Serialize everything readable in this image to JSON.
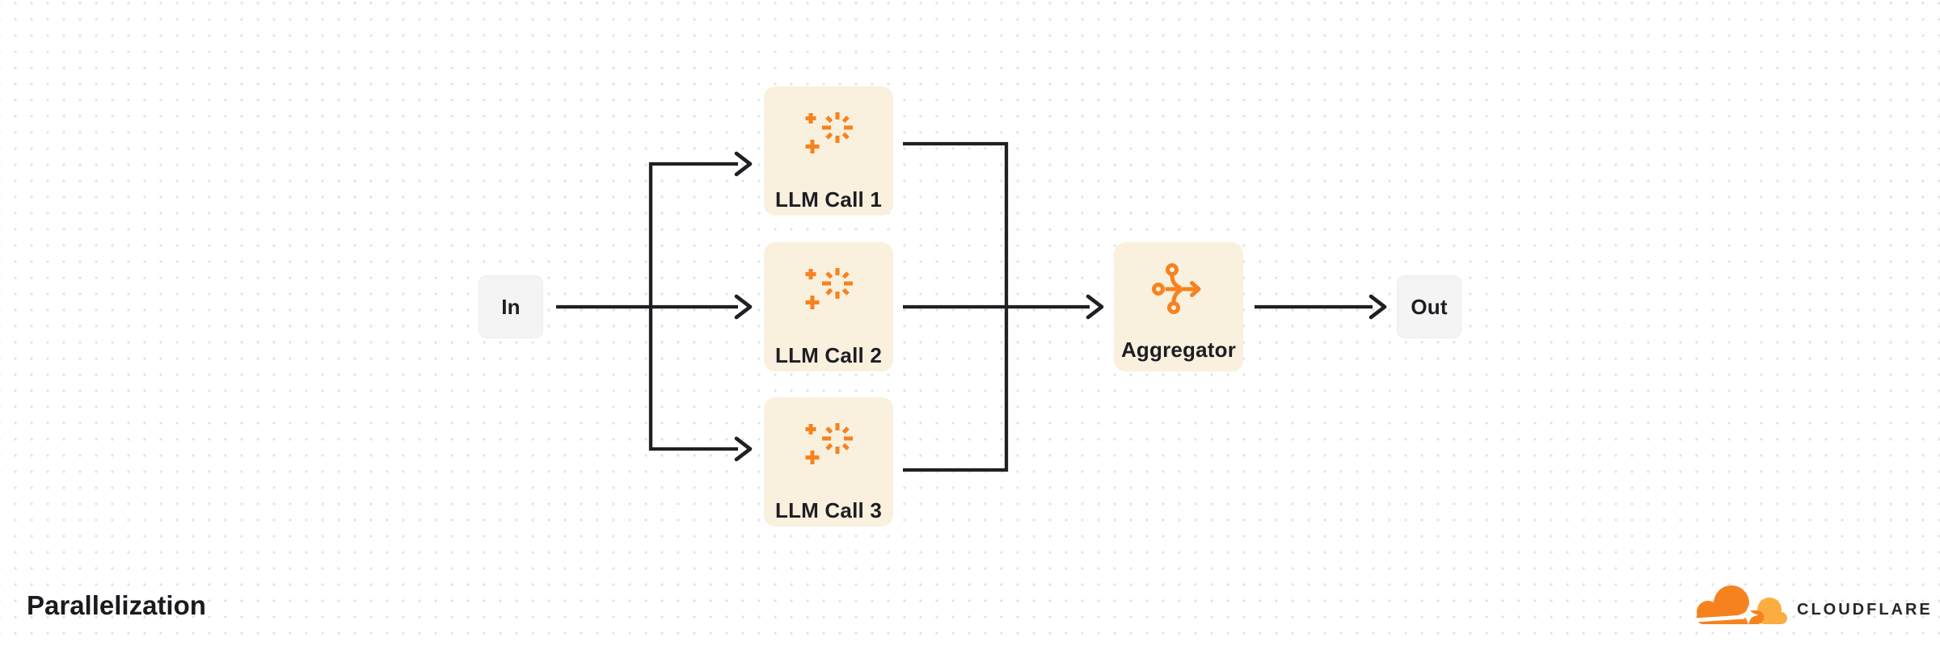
{
  "diagram": {
    "title": "Parallelization",
    "nodes": {
      "in": {
        "label": "In",
        "type": "io"
      },
      "llm1": {
        "label": "LLM Call 1",
        "type": "llm",
        "icon": "sparkle-icon"
      },
      "llm2": {
        "label": "LLM Call 2",
        "type": "llm",
        "icon": "sparkle-icon"
      },
      "llm3": {
        "label": "LLM Call 3",
        "type": "llm",
        "icon": "sparkle-icon"
      },
      "aggregator": {
        "label": "Aggregator",
        "type": "process",
        "icon": "merge-arrow-icon"
      },
      "out": {
        "label": "Out",
        "type": "io"
      }
    },
    "edges": [
      "In -> LLM Call 1",
      "In -> LLM Call 2",
      "In -> LLM Call 3",
      "LLM Call 1 -> Aggregator",
      "LLM Call 2 -> Aggregator",
      "LLM Call 3 -> Aggregator",
      "Aggregator -> Out"
    ]
  },
  "branding": {
    "wordmark": "CLOUDFLARE"
  },
  "colors": {
    "accent_orange": "#f6821f",
    "accent_orange_light": "#fbad41",
    "node_cream": "#faf0de",
    "node_gray": "#f4f4f5",
    "arrow": "#1f2024",
    "text": "#1d1e22",
    "background_dot": "#e4e4e7",
    "background": "#ffffff"
  }
}
